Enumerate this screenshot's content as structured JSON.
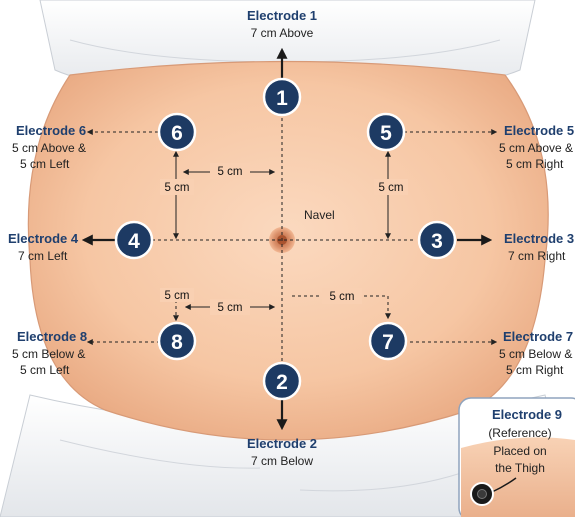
{
  "electrodes": {
    "e1": {
      "number": "1",
      "title": "Electrode 1",
      "lines": [
        "7 cm Above"
      ]
    },
    "e2": {
      "number": "2",
      "title": "Electrode 2",
      "lines": [
        "7 cm Below"
      ]
    },
    "e3": {
      "number": "3",
      "title": "Electrode 3",
      "lines": [
        "7 cm Right"
      ]
    },
    "e4": {
      "number": "4",
      "title": "Electrode 4",
      "lines": [
        "7 cm Left"
      ]
    },
    "e5": {
      "number": "5",
      "title": "Electrode 5",
      "lines": [
        "5 cm Above &",
        "5 cm Right"
      ]
    },
    "e6": {
      "number": "6",
      "title": "Electrode 6",
      "lines": [
        "5 cm Above &",
        "5 cm Left"
      ]
    },
    "e7": {
      "number": "7",
      "title": "Electrode 7",
      "lines": [
        "5 cm Below &",
        "5 cm Right"
      ]
    },
    "e8": {
      "number": "8",
      "title": "Electrode 8",
      "lines": [
        "5 cm Below &",
        "5 cm Left"
      ]
    }
  },
  "navel_label": "Navel",
  "dimension_label": "5 cm",
  "reference": {
    "title": "Electrode 9",
    "lines": [
      "(Reference)",
      "Placed on",
      "the Thigh"
    ]
  },
  "colors": {
    "marker_fill": "#1d3a63",
    "title_text": "#1f3f6e",
    "skin": "#f7c9a8",
    "fabric": "#eef0f3"
  }
}
